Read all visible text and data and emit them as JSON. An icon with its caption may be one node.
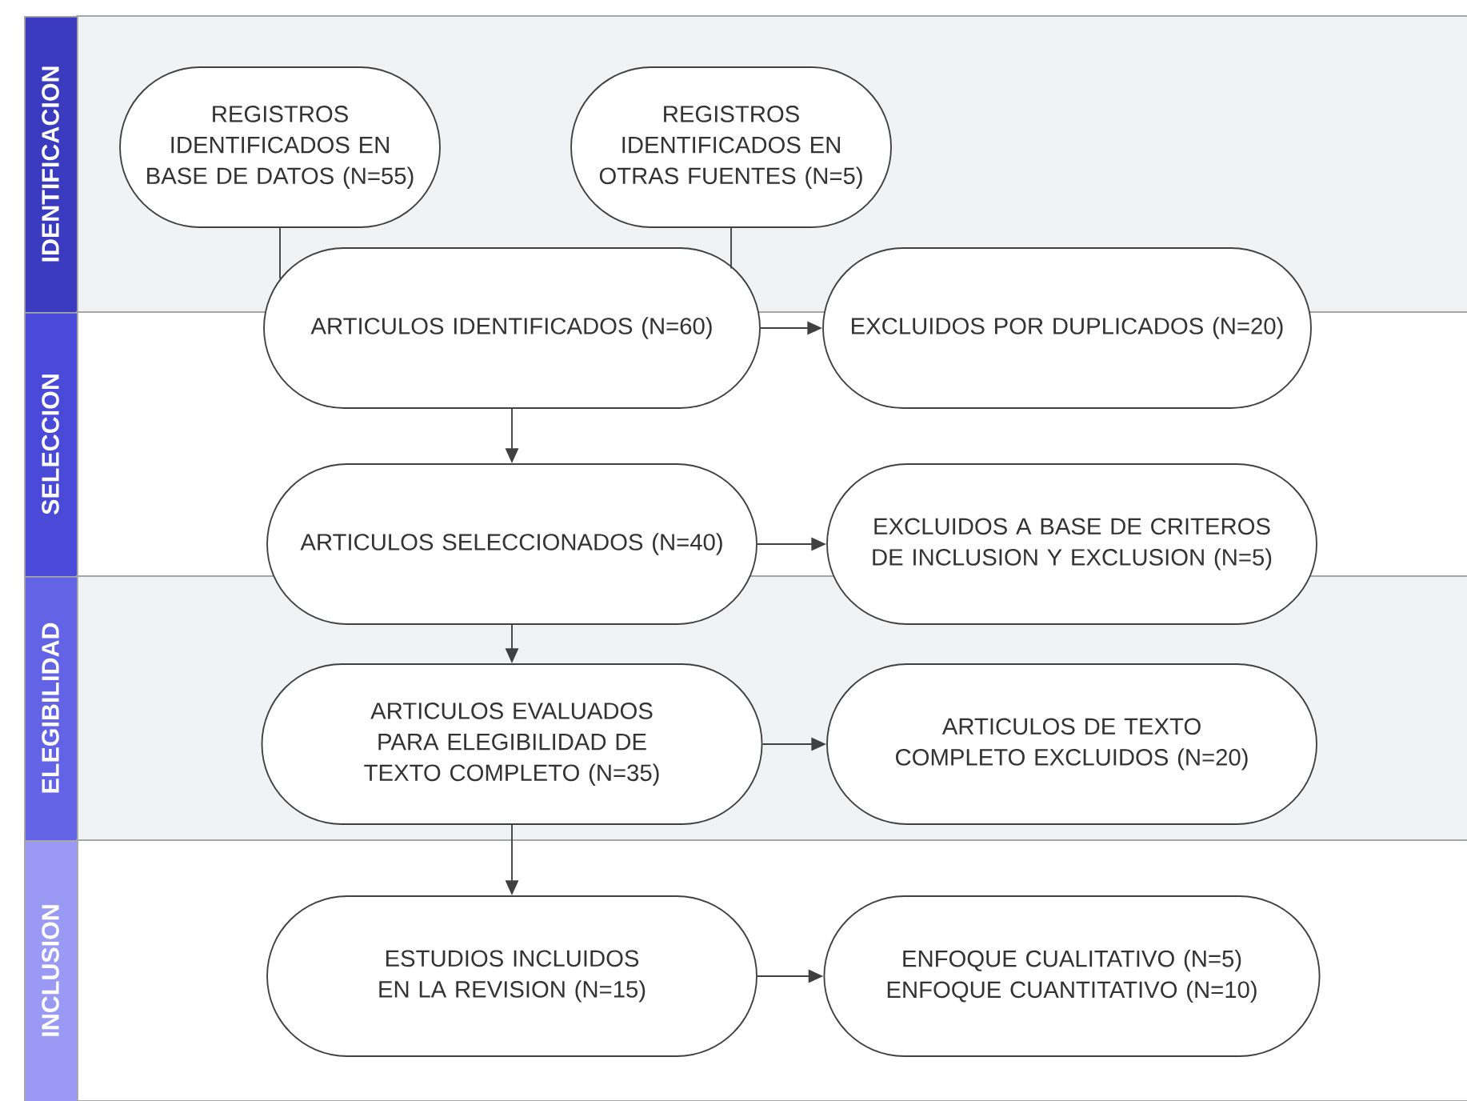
{
  "diagram": {
    "nodes": [
      {
        "text": [
          "IDENTIFICACION"
        ]
      },
      {
        "text": [
          "REGISTROS IDENTIFICADOS EN BASE DE DATOS (N=55)"
        ]
      },
      {
        "text": [
          "REGISTROS IDENTIFICADOS EN OTRAS FUENTES (N=5)"
        ]
      },
      {
        "text": [
          "ARTICULOS IDENTIFICADOS (N=60)"
        ]
      },
      {
        "text": [
          "EXCLUIDOS POR DUPLICADOS (N=20)"
        ]
      },
      {
        "text": [
          "SELECCION"
        ]
      },
      {
        "text": [
          "ARTICULOS SELECCIONADOS (N=40)"
        ]
      },
      {
        "text": [
          "EXCLUIDOS A BASE DE CRITEROS DE INCLUSION Y EXCLUSION (N=5)"
        ]
      },
      {
        "text": [
          "ELEGIBILIDAD"
        ]
      },
      {
        "text": [
          "ARTICULOS EVALUADOS PARA ELEGIBILIDAD DE TEXTO COMPLETO (N=35)"
        ]
      },
      {
        "text": [
          "ARTICULOS DE TEXTO COMPLETO EXCLUIDOS (N=20)"
        ]
      },
      {
        "text": [
          "INCLUSION"
        ]
      },
      {
        "text": [
          "ESTUDIOS INCLUIDOS EN LA REVISION (N=15)"
        ]
      },
      {
        "text": [
          "ENFOQUE CUALITATIVO (N=5) ENFOQUE CUANTITATIVO (N=10)"
        ]
      }
    ],
    "edges": [
      {
        "from": 1,
        "to": 3,
        "arrow": "none"
      },
      {
        "from": 2,
        "to": 3,
        "arrow": "none"
      },
      {
        "from": 3,
        "to": 4,
        "arrow": "to"
      },
      {
        "from": 3,
        "to": 6,
        "arrow": "to"
      },
      {
        "from": 6,
        "to": 7,
        "arrow": "to"
      },
      {
        "from": 6,
        "to": 9,
        "arrow": "to"
      },
      {
        "from": 9,
        "to": 10,
        "arrow": "to"
      },
      {
        "from": 9,
        "to": 12,
        "arrow": "to"
      },
      {
        "from": 12,
        "to": 13,
        "arrow": "to"
      }
    ]
  }
}
